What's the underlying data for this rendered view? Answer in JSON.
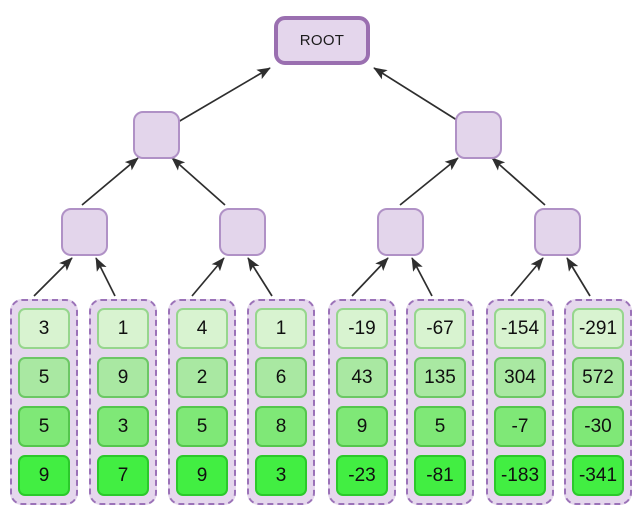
{
  "diagram": {
    "title_node": {
      "label": "ROOT",
      "name": "root-node"
    },
    "internal_nodes": [
      {
        "name": "internal-node-l1-left",
        "label": ""
      },
      {
        "name": "internal-node-l1-right",
        "label": ""
      },
      {
        "name": "internal-node-l2-1",
        "label": ""
      },
      {
        "name": "internal-node-l2-2",
        "label": ""
      },
      {
        "name": "internal-node-l2-3",
        "label": ""
      },
      {
        "name": "internal-node-l2-4",
        "label": ""
      }
    ],
    "leaf_groups": [
      {
        "name": "leaf-group-1",
        "values": [
          "3",
          "5",
          "5",
          "9"
        ]
      },
      {
        "name": "leaf-group-2",
        "values": [
          "1",
          "9",
          "3",
          "7"
        ]
      },
      {
        "name": "leaf-group-3",
        "values": [
          "4",
          "2",
          "5",
          "9"
        ]
      },
      {
        "name": "leaf-group-4",
        "values": [
          "1",
          "6",
          "8",
          "3"
        ]
      },
      {
        "name": "leaf-group-5",
        "values": [
          "-19",
          "43",
          "9",
          "-23"
        ]
      },
      {
        "name": "leaf-group-6",
        "values": [
          "-67",
          "135",
          "5",
          "-81"
        ]
      },
      {
        "name": "leaf-group-7",
        "values": [
          "-154",
          "304",
          "-7",
          "-183"
        ]
      },
      {
        "name": "leaf-group-8",
        "values": [
          "-291",
          "572",
          "-30",
          "-341"
        ]
      }
    ],
    "colors": {
      "node_fill": "#e3d5eb",
      "node_border": "#b091c6",
      "root_border": "#9a6fb0",
      "group_border": "#9b72b8",
      "edge": "#3a3a3a",
      "cell_row_1": "#d8f3d0",
      "cell_row_2": "#a9e8a2",
      "cell_row_3": "#7fe877",
      "cell_row_4": "#42ee42"
    }
  }
}
